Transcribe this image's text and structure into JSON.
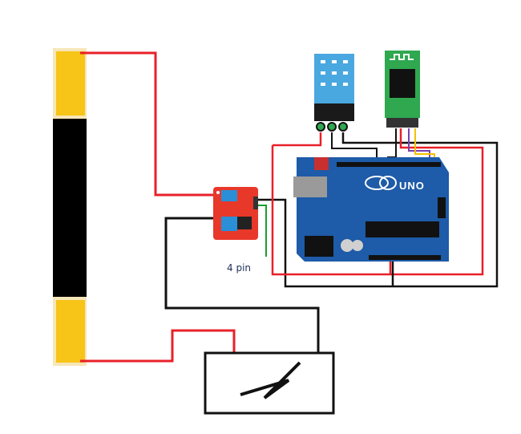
{
  "diagram": {
    "pin_label": "4 pin",
    "board_brand_text": "UNO",
    "components": [
      {
        "name": "heating-strip",
        "kind": "resistive heating element"
      },
      {
        "name": "mosfet-module",
        "kind": "mosfet driver module"
      },
      {
        "name": "arduino-uno",
        "kind": "microcontroller board"
      },
      {
        "name": "dht11-sensor",
        "kind": "temperature / humidity sensor"
      },
      {
        "name": "bluetooth-module",
        "kind": "bluetooth serial module"
      },
      {
        "name": "power-supply",
        "kind": "dc power source"
      }
    ],
    "colors": {
      "wire_red": "#e8202a",
      "wire_black": "#111111",
      "wire_green": "#1a9e2a",
      "wire_yellow": "#f2c200",
      "strip_gold": "#f7c418",
      "board_blue": "#1e5ba8",
      "module_red": "#e8382a",
      "sensor_blue": "#4aa8e0",
      "bt_green": "#2fa84f"
    }
  }
}
